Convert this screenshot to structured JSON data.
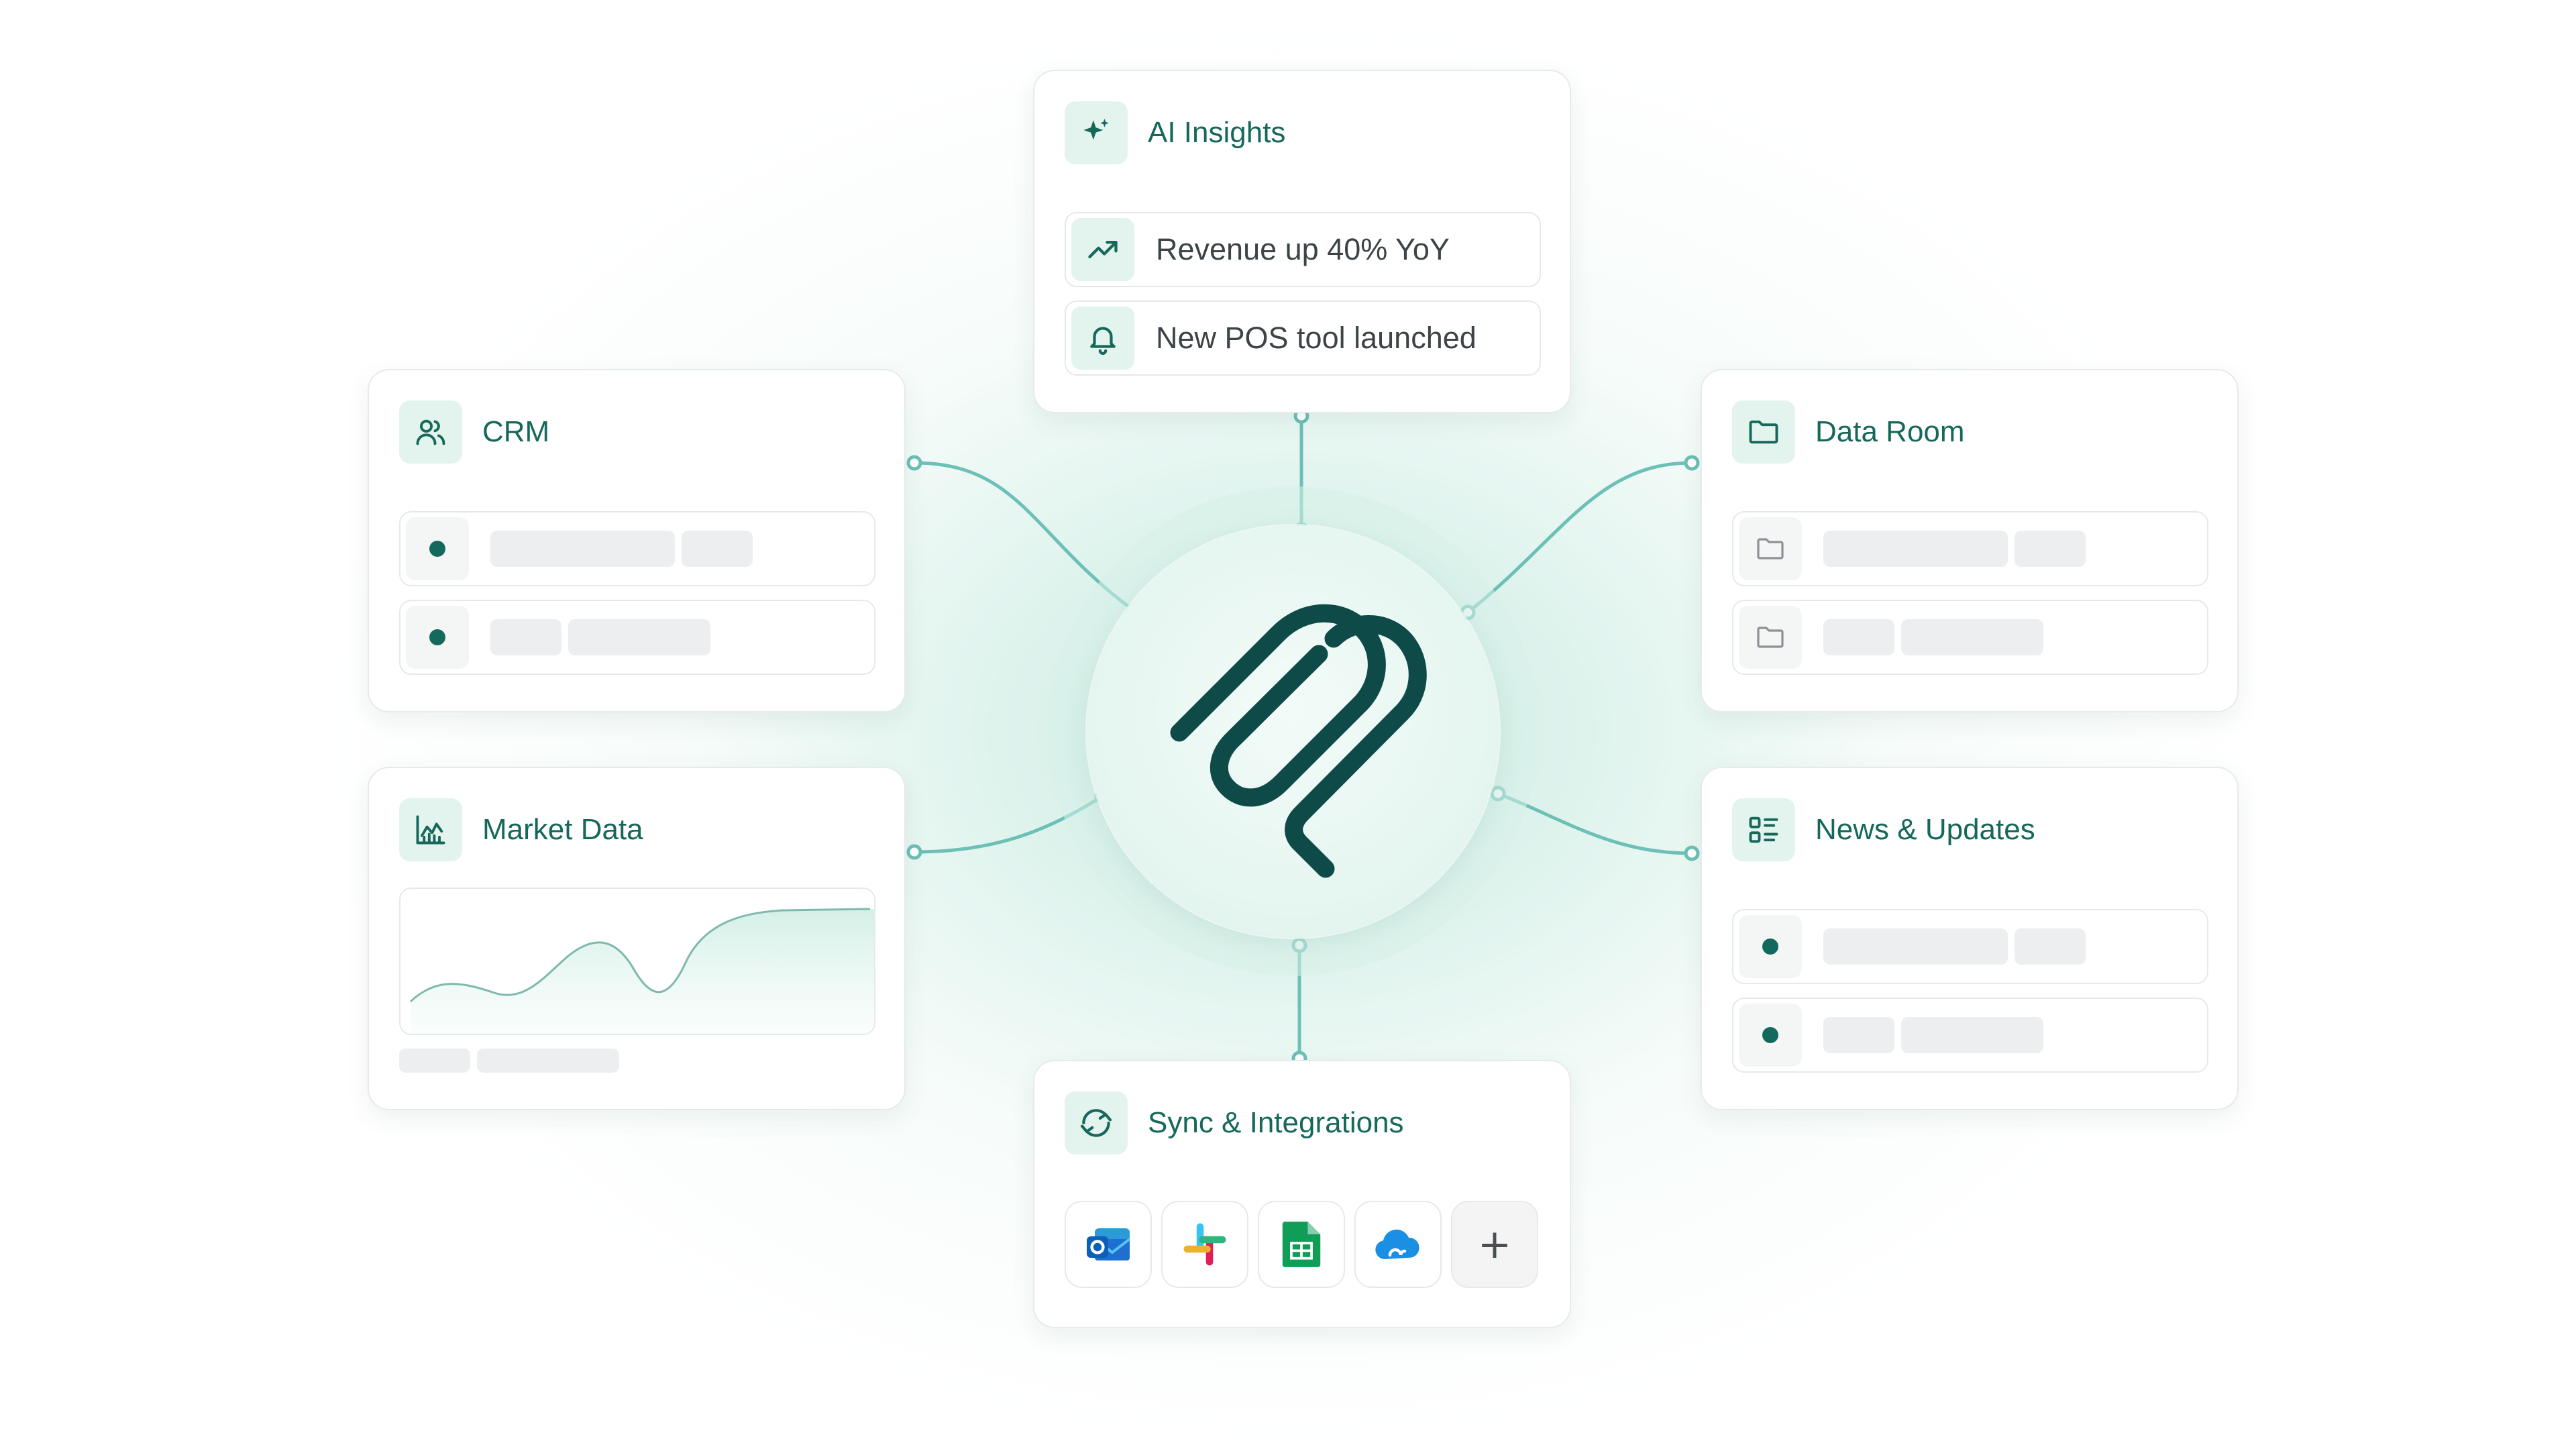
{
  "colors": {
    "brand": "#0e4a48",
    "accent": "#16685b",
    "connector": "#6cc0b6"
  },
  "hub": {
    "logo_icon": "paperclip-m-logo-icon"
  },
  "ai_insights": {
    "title": "AI Insights",
    "icon": "sparkle-icon",
    "items": [
      {
        "icon": "trending-up-icon",
        "text": "Revenue up 40% YoY"
      },
      {
        "icon": "bell-icon",
        "text": "New POS tool launched"
      }
    ]
  },
  "crm": {
    "title": "CRM",
    "icon": "users-icon"
  },
  "data_room": {
    "title": "Data Room",
    "icon": "folder-icon"
  },
  "market_data": {
    "title": "Market Data",
    "icon": "chart-area-icon"
  },
  "news": {
    "title": "News & Updates",
    "icon": "news-list-icon"
  },
  "sync": {
    "title": "Sync & Integrations",
    "icon": "refresh-icon",
    "apps": [
      "outlook-icon",
      "slack-icon",
      "google-sheets-icon",
      "cloud-icon",
      "plus-icon"
    ],
    "add_label": "+"
  }
}
